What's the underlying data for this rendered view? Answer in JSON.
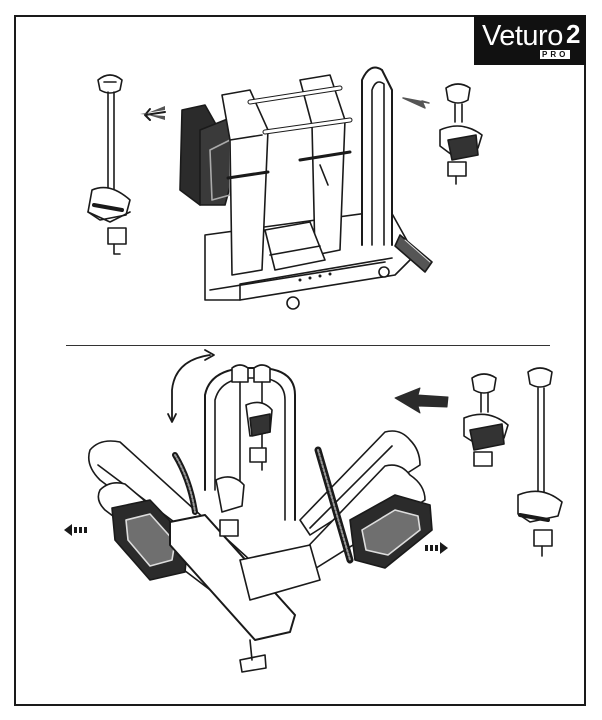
{
  "logo": {
    "word": "Veturo",
    "number": "2",
    "subtitle": "PRO"
  },
  "colors": {
    "line": "#1a1a1a",
    "fill_dark": "#2b2b2b",
    "fill_mid": "#9a9a9a",
    "bg": "#ffffff"
  },
  "icons": [
    "arrow-left-icon",
    "arrow-right-icon",
    "curved-arrow-icon",
    "dashed-arrow-icon"
  ]
}
